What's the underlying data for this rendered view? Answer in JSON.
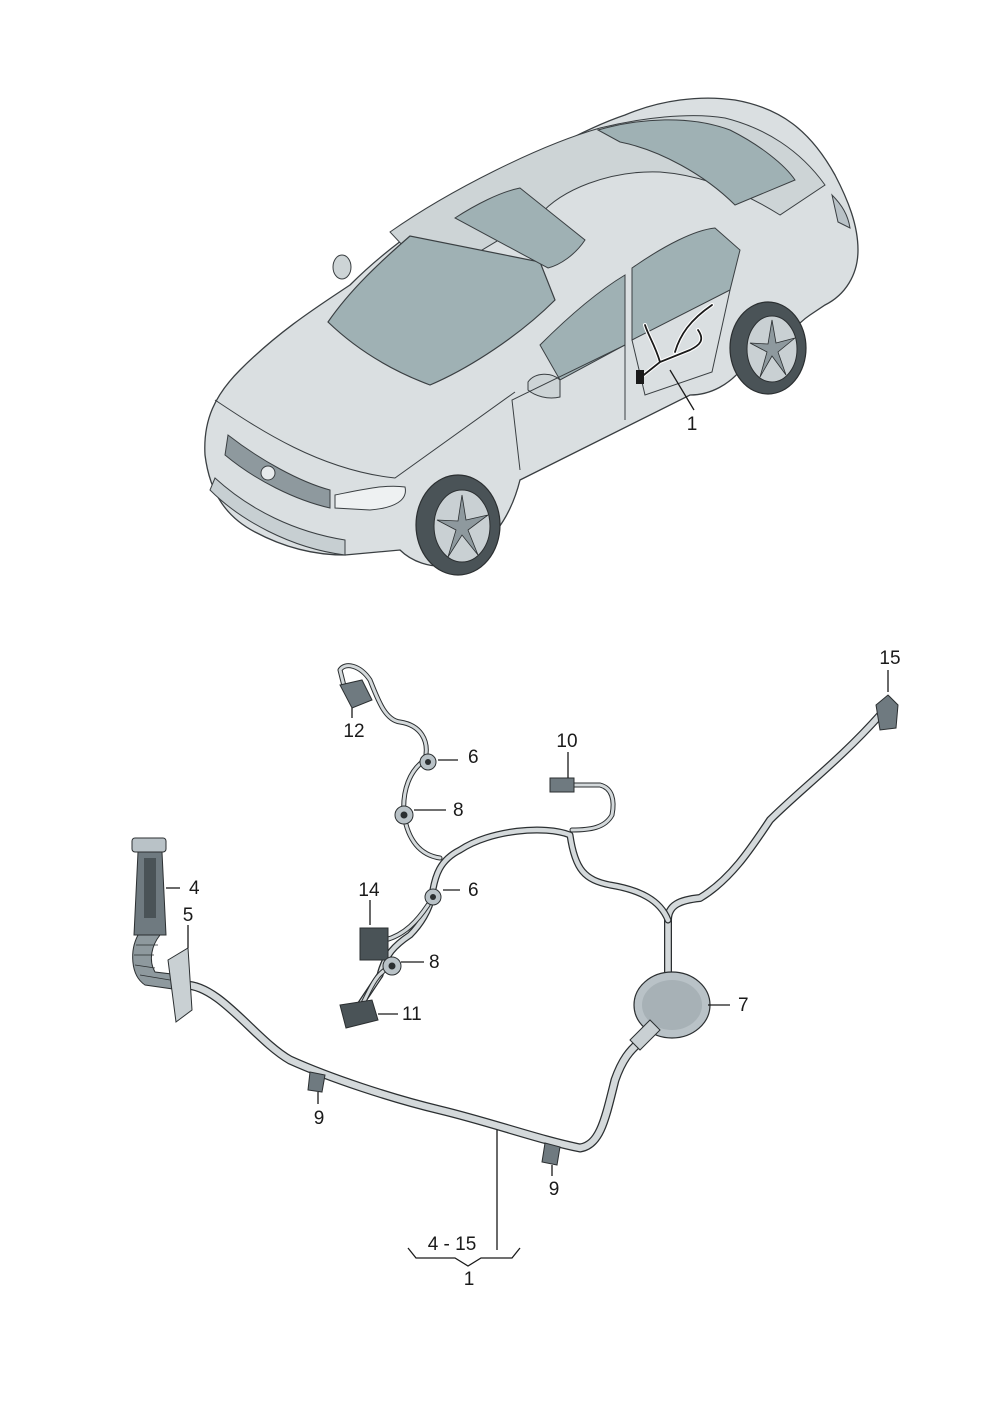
{
  "callouts": {
    "c1_car": "1",
    "c15": "15",
    "c12": "12",
    "c6_top": "6",
    "c10": "10",
    "c8_top": "8",
    "c4": "4",
    "c14": "14",
    "c6_mid": "6",
    "c5": "5",
    "c8_mid": "8",
    "c7": "7",
    "c11": "11",
    "c9_left": "9",
    "c9_right": "9",
    "range": "4 - 15",
    "c1_bottom": "1"
  },
  "colors": {
    "car_body": "#dadfe1",
    "car_shadow": "#bfc6c9",
    "glass": "#9fb1b4",
    "outline": "#3a3f42",
    "wire_fill": "#d4d9db",
    "wire_edge": "#2b2f31",
    "part_dark": "#6f7a80",
    "part_light": "#b9c2c7"
  }
}
